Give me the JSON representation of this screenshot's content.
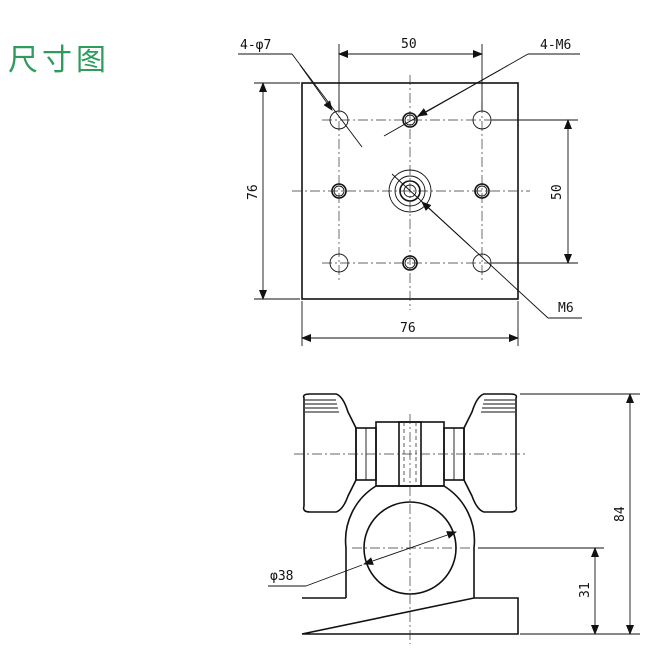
{
  "title": "尺寸图",
  "top_view": {
    "label_holes_clear": "4-φ7",
    "label_holes_thread": "4-M6",
    "label_center_thread": "M6",
    "dim_hole_spacing_x": "50",
    "dim_hole_spacing_y": "50",
    "dim_width": "76",
    "dim_height": "76"
  },
  "front_view": {
    "label_bore": "φ38",
    "dim_total_height": "84",
    "dim_center_height": "31"
  }
}
